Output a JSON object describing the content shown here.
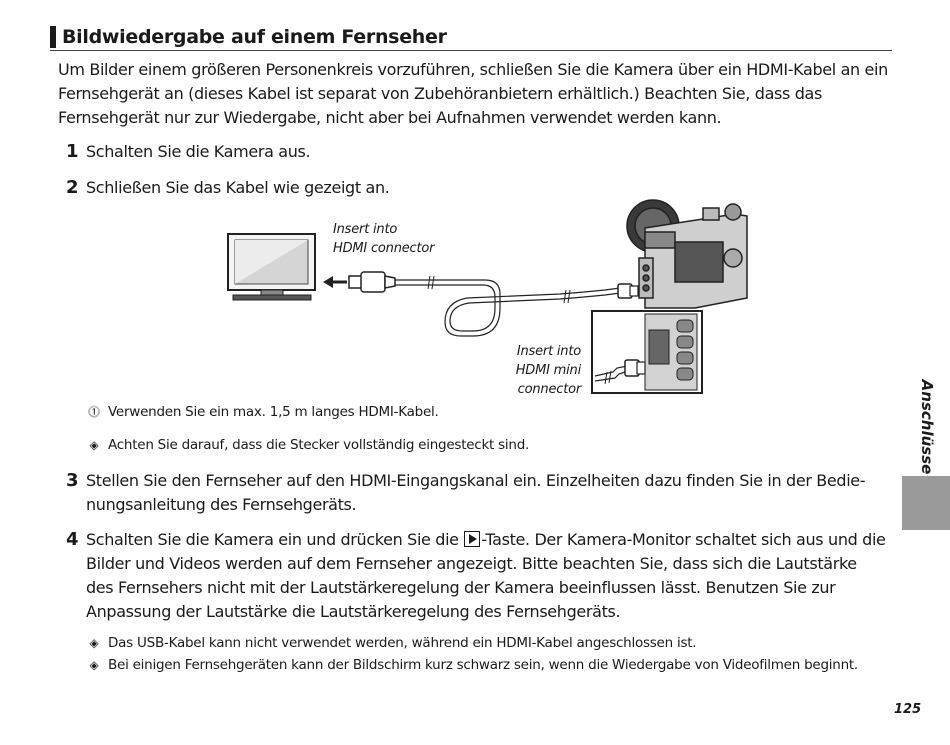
{
  "title": "Bildwiedergabe auf einem Fernseher",
  "intro": "Um Bilder einem größeren Personenkreis vorzuführen, schließen Sie die Kamera über ein HDMI-Kabel an ein Fernsehgerät an (dieses Kabel ist separat von Zubehöranbietern erhältlich.) Beachten Sie, dass das Fernsehgerät nur zur Wiedergabe, nicht aber bei Aufnahmen verwendet werden kann.",
  "steps": [
    {
      "num": "1",
      "text": "Schalten Sie die Kamera aus."
    },
    {
      "num": "2",
      "text": "Schließen Sie das Kabel wie gezeigt an."
    },
    {
      "num": "3",
      "text": "Stellen Sie den Fernseher auf den HDMI-Eingangskanal ein. Einzelheiten dazu finden Sie in der Bedie­nungsanleitung des Fernsehgeräts."
    },
    {
      "num": "4",
      "text_before": "Schalten Sie die Kamera ein und drücken Sie die ",
      "text_after": "-Taste. Der Kamera-Monitor schaltet sich aus und die Bilder und Videos werden auf dem Fernseher angezeigt. Bitte beachten Sie, dass sich die Lautstär­ke des Fernsehers nicht mit der Lautstärkeregelung der Kamera beeinflussen lässt. Benutzen Sie zur Anpassung der Lautstärke die Lautstärkeregelung des Fernsehgeräts."
    }
  ],
  "figure": {
    "label_hdmi_line1": "Insert into",
    "label_hdmi_line2": "HDMI connector",
    "label_mini_line1": "Insert into",
    "label_mini_line2": "HDMI mini connector"
  },
  "notes_step2": [
    {
      "icon": "caution-icon",
      "symbol": "⓵",
      "text": "Verwenden Sie ein max. 1,5 m langes HDMI-Kabel."
    },
    {
      "icon": "note-icon",
      "symbol": "◈",
      "text": "Achten Sie darauf, dass die Stecker vollständig eingesteckt sind."
    }
  ],
  "notes_step4": [
    {
      "icon": "note-icon",
      "symbol": "◈",
      "text": "Das USB-Kabel kann nicht verwendet werden, während ein HDMI-Kabel angeschlossen ist."
    },
    {
      "icon": "note-icon",
      "symbol": "◈",
      "text": "Bei einigen Fernsehgeräten kann der Bildschirm kurz schwarz sein, wenn die Wiedergabe von Videofilmen beginnt."
    }
  ],
  "side_label": "Anschlüsse",
  "page_number": "125"
}
